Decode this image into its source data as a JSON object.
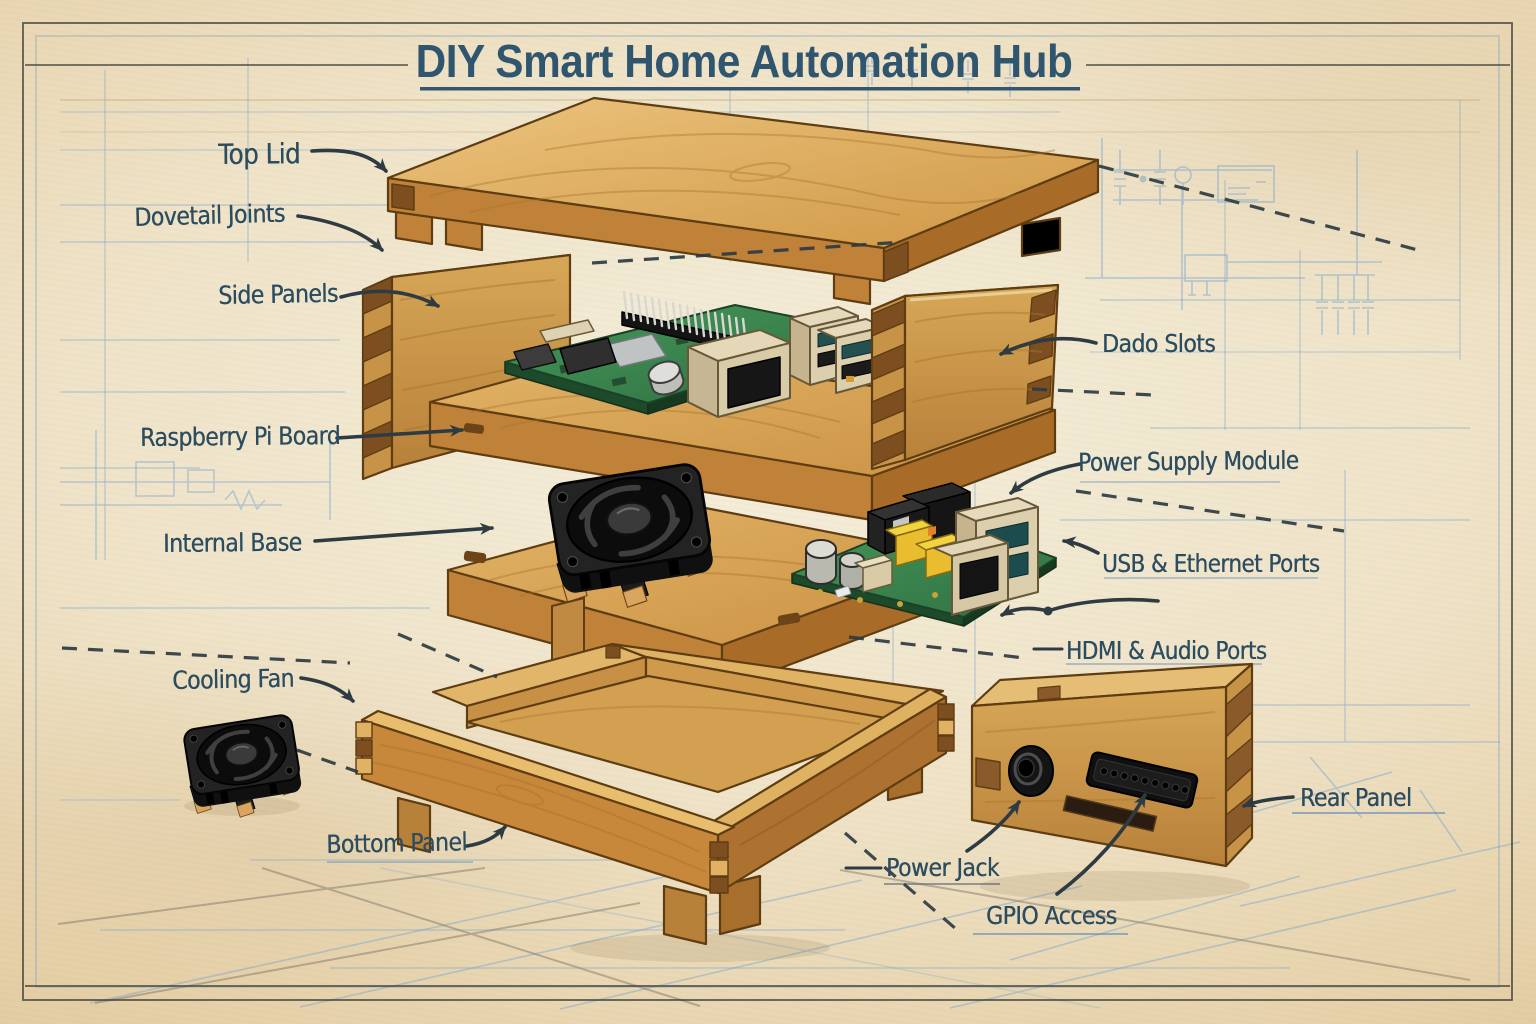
{
  "title": "DIY Smart Home Automation Hub",
  "labels": [
    {
      "id": "top-lid",
      "text": "Top Lid"
    },
    {
      "id": "dovetail-joints",
      "text": "Dovetail Joints"
    },
    {
      "id": "side-panels",
      "text": "Side Panels"
    },
    {
      "id": "raspberry-pi-board",
      "text": "Raspberry Pi Board"
    },
    {
      "id": "internal-base",
      "text": "Internal Base"
    },
    {
      "id": "cooling-fan",
      "text": "Cooling Fan"
    },
    {
      "id": "bottom-panel",
      "text": "Bottom Panel"
    },
    {
      "id": "dado-slots",
      "text": "Dado Slots"
    },
    {
      "id": "power-supply-module",
      "text": "Power Supply Module"
    },
    {
      "id": "usb-ethernet-ports",
      "text": "USB & Ethernet Ports"
    },
    {
      "id": "hdmi-audio-ports",
      "text": "HDMI & Audio Ports"
    },
    {
      "id": "rear-panel",
      "text": "Rear Panel"
    },
    {
      "id": "power-jack",
      "text": "Power Jack"
    },
    {
      "id": "gpio-access",
      "text": "GPIO Access"
    }
  ],
  "colors": {
    "parchment": "#efe3c8",
    "blueprint_blue": "#7fa8cc",
    "ink_navy": "#2c4c60",
    "title_navy": "#30566f",
    "wood_light": "#e9c078",
    "wood_mid": "#c08238",
    "wood_dark": "#7d4e1f",
    "pcb_green": "#3c8c52",
    "component_black": "#1c1c1c",
    "port_cream": "#ddd1b2",
    "cap_yellow": "#f2d440"
  }
}
